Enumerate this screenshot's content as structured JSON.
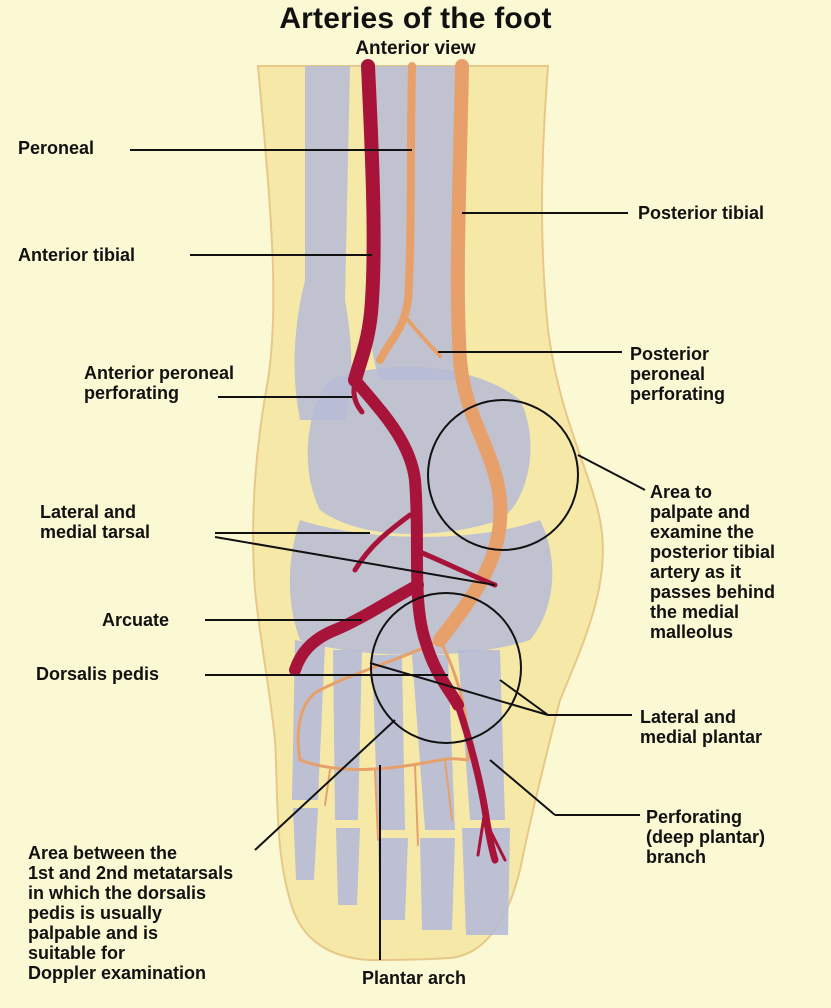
{
  "title": "Arteries of the foot",
  "subtitle": "Anterior view",
  "labels": {
    "peroneal": "Peroneal",
    "posterior_tibial": "Posterior tibial",
    "anterior_tibial": "Anterior tibial",
    "posterior_peroneal_perforating": [
      "Posterior",
      "peroneal",
      "perforating"
    ],
    "anterior_peroneal_perforating": [
      "Anterior peroneal",
      "perforating"
    ],
    "area_posterior_tibial": [
      "Area to",
      "palpate and",
      "examine the",
      "posterior tibial",
      "artery as it",
      "passes behind",
      "the medial",
      "malleolus"
    ],
    "lateral_medial_tarsal": [
      "Lateral and",
      "medial tarsal"
    ],
    "arcuate": "Arcuate",
    "dorsalis_pedis": "Dorsalis pedis",
    "lateral_medial_plantar": [
      "Lateral and",
      "medial plantar"
    ],
    "perforating_branch": [
      "Perforating",
      "(deep plantar)",
      "branch"
    ],
    "area_dorsalis_pedis": [
      "Area between the",
      "1st and 2nd metatarsals",
      "in which the dorsalis",
      "pedis is usually",
      "palpable and is",
      "suitable for",
      "Doppler examination"
    ],
    "plantar_arch": "Plantar arch"
  },
  "colors": {
    "background": "#fbf9d4",
    "skin": "#f6e9a8",
    "bone": "#b6bbd6",
    "anterior_artery": "#a8133a",
    "posterior_artery": "#e8a06a",
    "leader": "#111111"
  }
}
